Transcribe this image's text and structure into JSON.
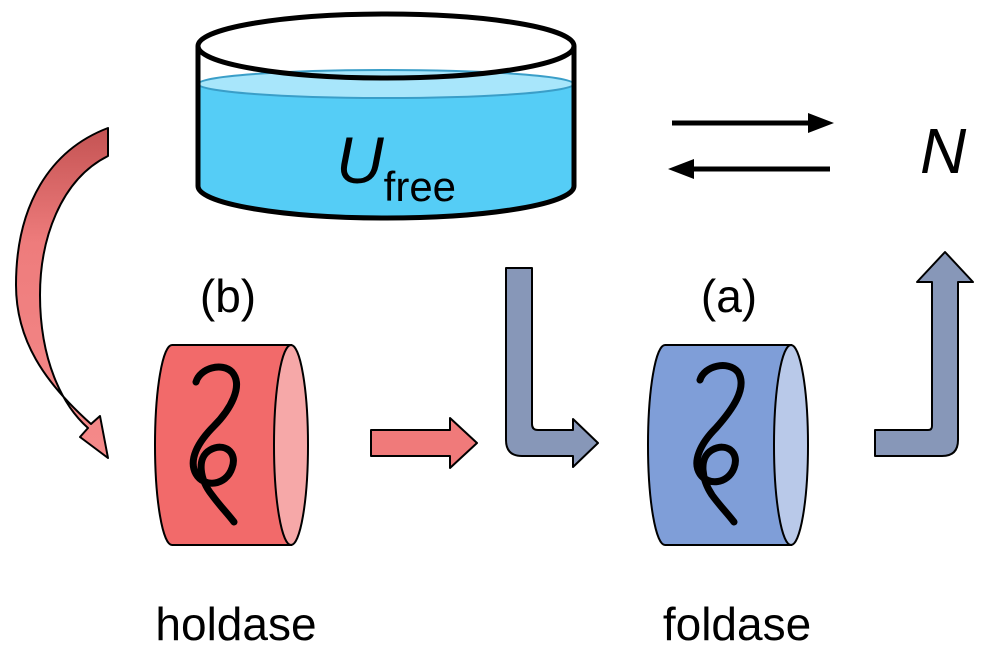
{
  "reservoir": {
    "symbol": "U",
    "subscript": "free",
    "water_color": "#55cdf6",
    "water_surface_color": "#a8e6fb"
  },
  "equilibrium": {
    "product_label": "N"
  },
  "holdase": {
    "marker": "(b)",
    "label": "holdase",
    "body_color": "#f26a6a",
    "face_color": "#f6a8a8"
  },
  "foldase": {
    "marker": "(a)",
    "label": "foldase",
    "body_color": "#7f9ed8",
    "face_color": "#b9c9e9"
  },
  "arrows": {
    "red": "#f07a7a",
    "red_dark": "#c94848",
    "blue_gray": "#8797b8"
  }
}
